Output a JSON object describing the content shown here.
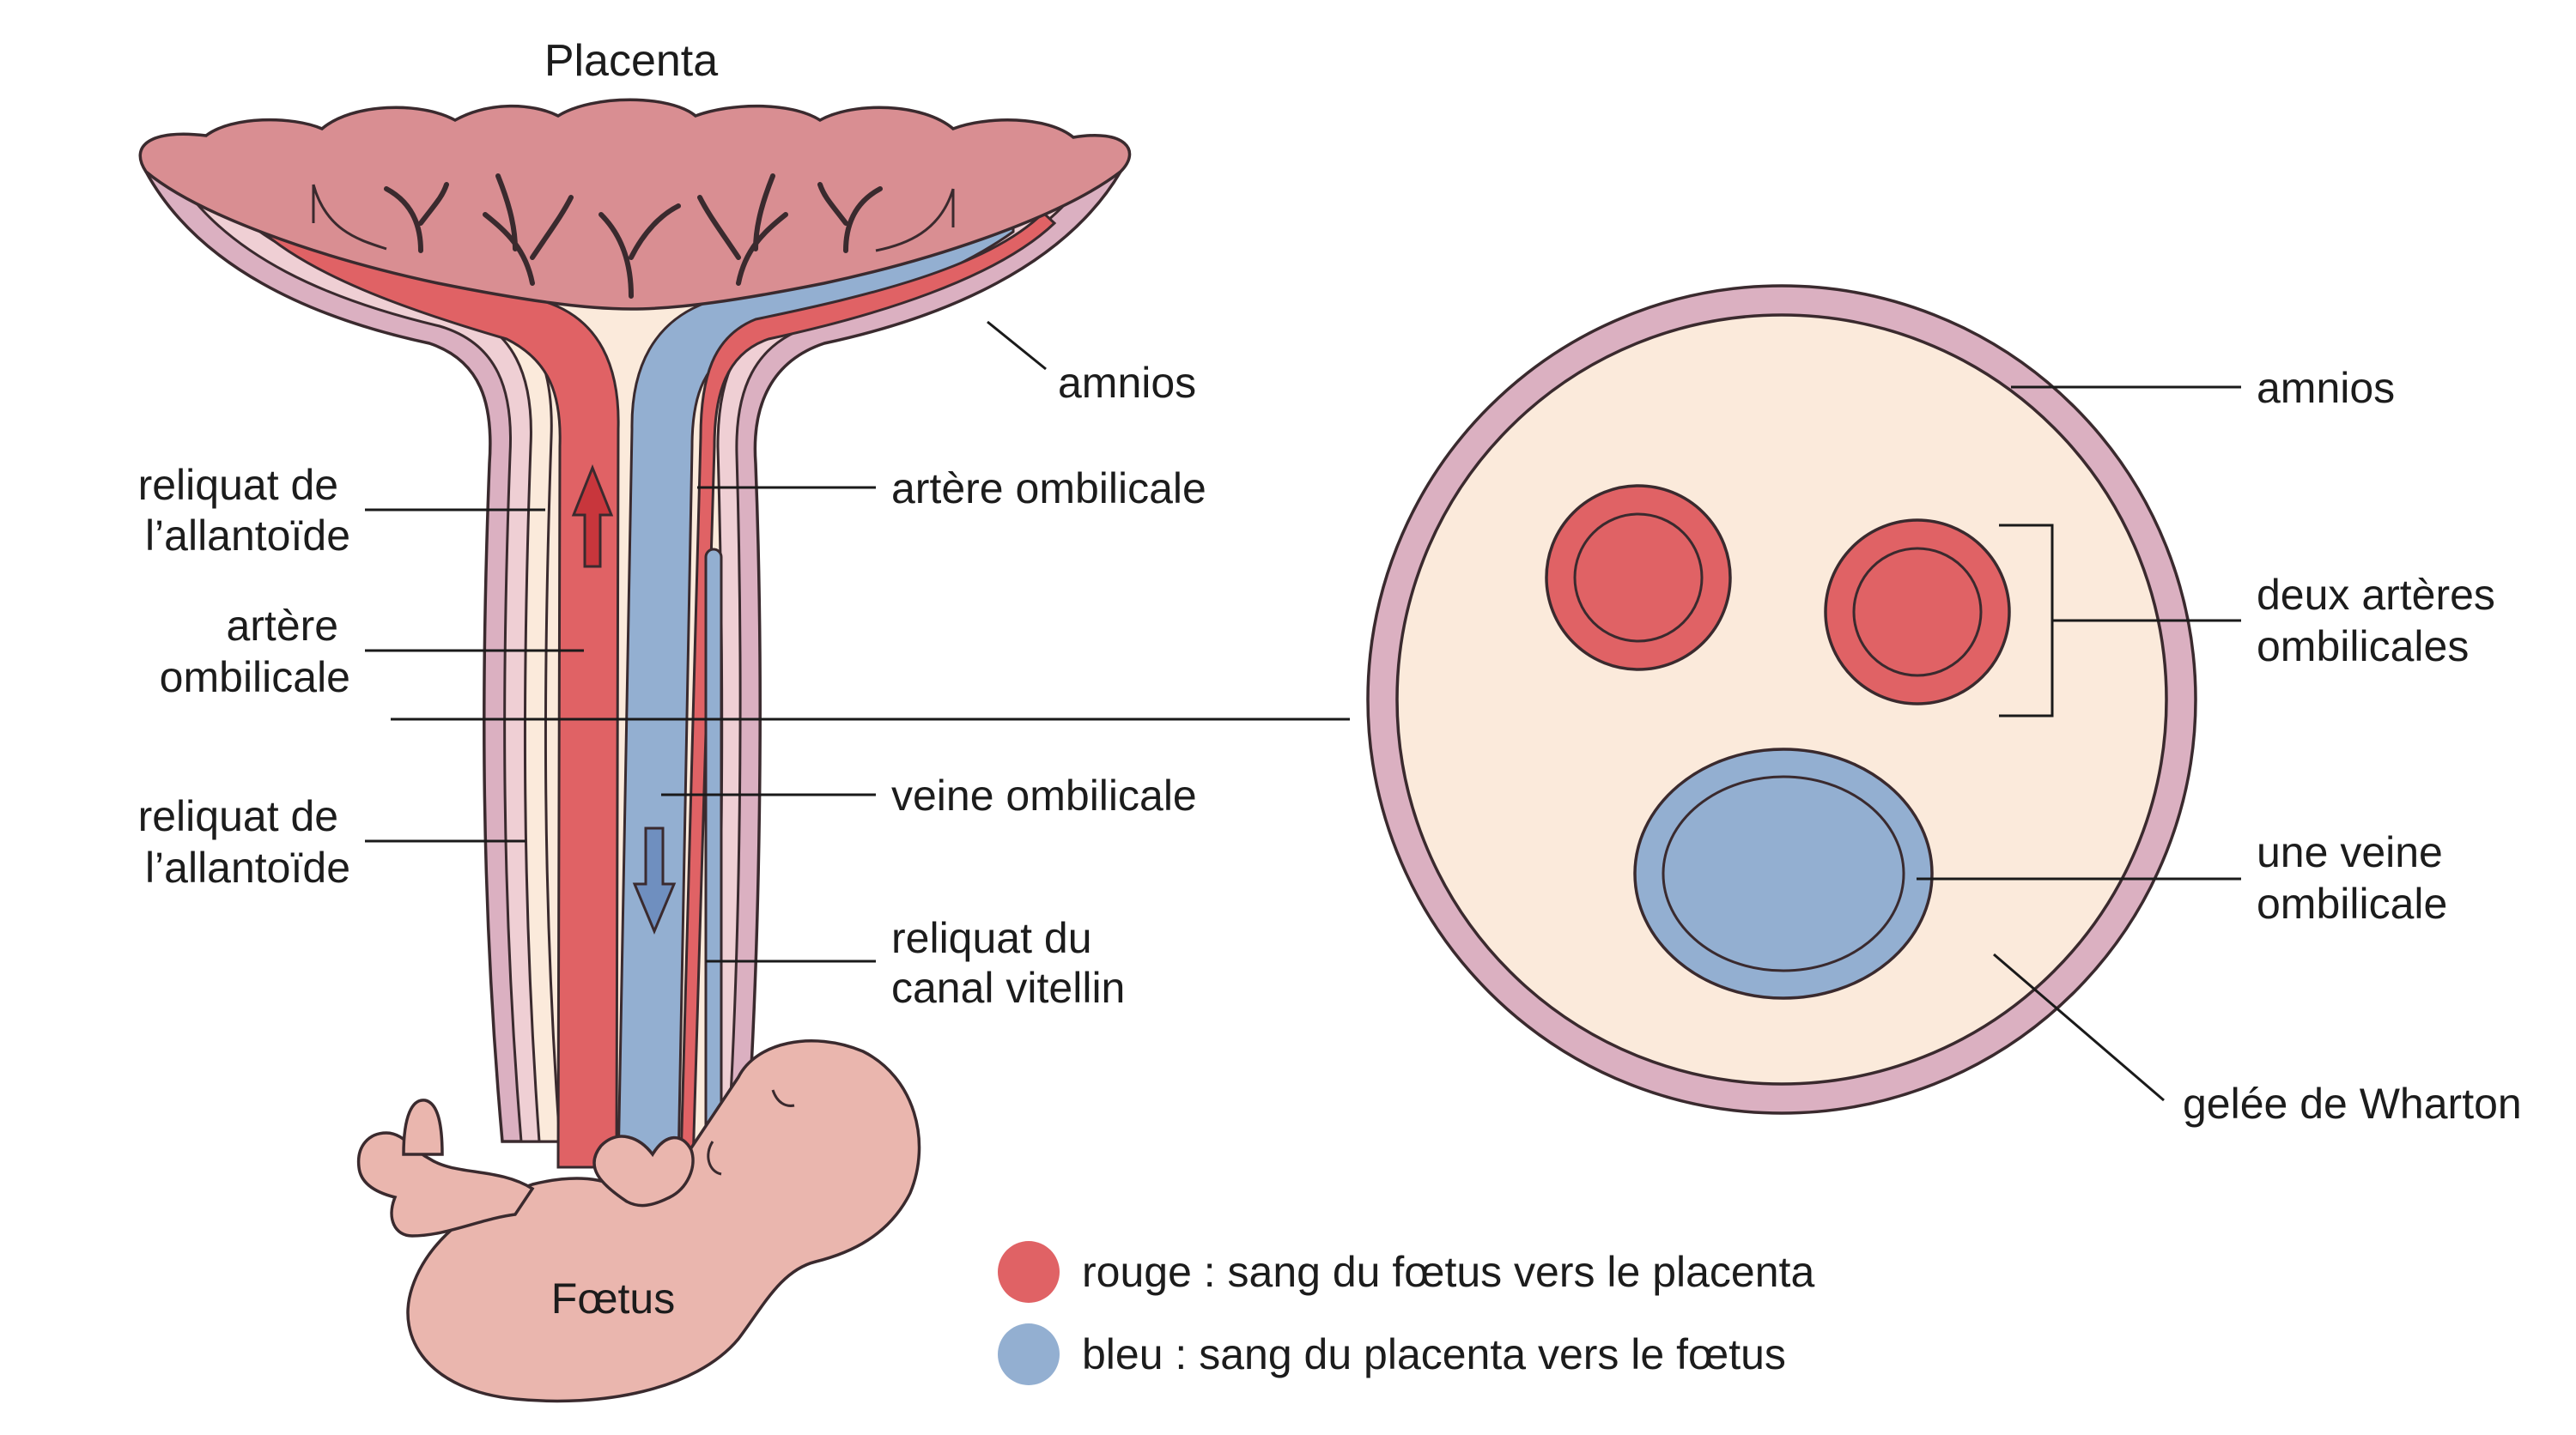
{
  "colors": {
    "artery_red": "#e06265",
    "vein_blue": "#93afd1",
    "amnion_pink": "#dbb0c1",
    "wharton_cream": "#fbeadb",
    "placenta": "#d98e92",
    "fetus": "#eab6ae"
  },
  "left": {
    "placenta": "Placenta",
    "amnios": "amnios",
    "arteria_umbilical": "artère ombilicale",
    "reliquat_allantoide_top": [
      "reliquat de",
      "l’allantoïde"
    ],
    "arteria_left": [
      "artère",
      "ombilicale"
    ],
    "reliquat_allantoide_bottom": [
      "reliquat de",
      "l’allantoïde"
    ],
    "veine_umbilical": "veine ombilicale",
    "reliquat_canal": [
      "reliquat du",
      "canal vitellin"
    ],
    "foetus": "Fœtus"
  },
  "cross_section": {
    "amnios": "amnios",
    "deux_arteres": [
      "deux artères",
      "ombilicales"
    ],
    "une_veine": [
      "une veine",
      "ombilicale"
    ],
    "gelee": "gelée de Wharton"
  },
  "legend": [
    {
      "color": "#e06265",
      "text": "rouge : sang du fœtus vers le placenta"
    },
    {
      "color": "#93afd1",
      "text": "bleu : sang du placenta vers le fœtus"
    }
  ]
}
